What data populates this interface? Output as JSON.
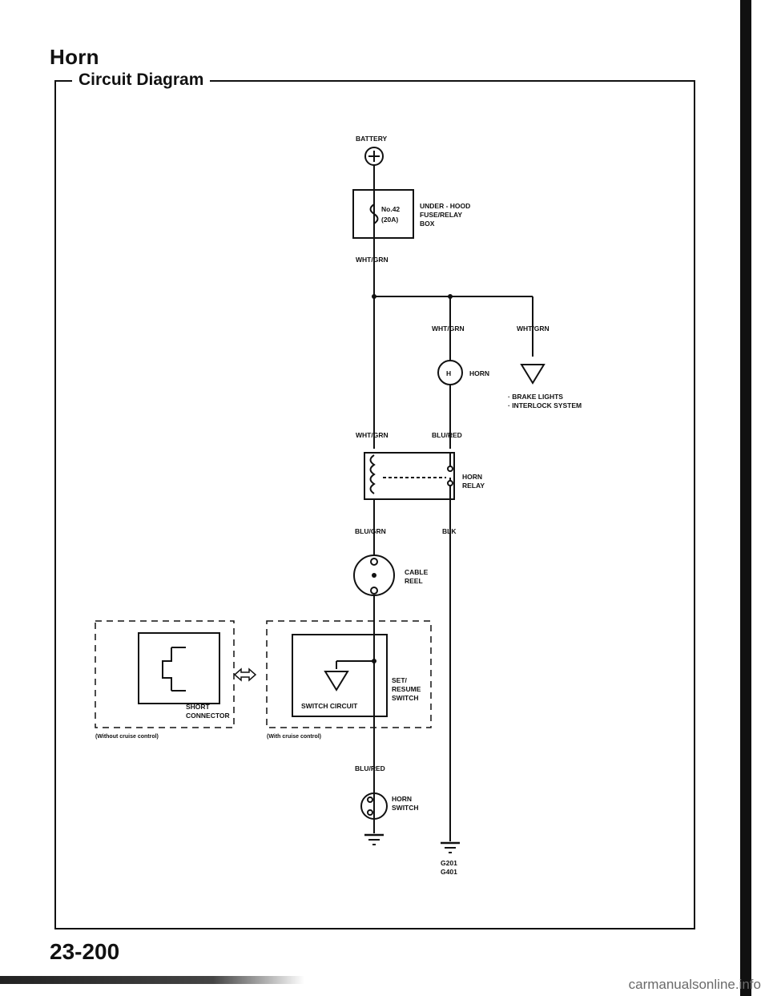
{
  "title": "Horn",
  "subtitle": "Circuit Diagram",
  "page_number": "23-200",
  "watermark": "carmanualsonline.info",
  "labels": {
    "battery": "BATTERY",
    "fuse_number": "No.42",
    "fuse_rating": "(20A)",
    "fuse_box_1": "UNDER - HOOD",
    "fuse_box_2": "FUSE/RELAY",
    "fuse_box_3": "BOX",
    "wire_wht_grn": "WHT/GRN",
    "horn_symbol": "H",
    "horn": "HORN",
    "brake_lights": "· BRAKE LIGHTS",
    "interlock": "· INTERLOCK SYSTEM",
    "wire_blu_red": "BLU/RED",
    "horn_relay_1": "HORN",
    "horn_relay_2": "RELAY",
    "wire_blu_grn": "BLU/GRN",
    "wire_blk": "BLK",
    "cable_reel_1": "CABLE",
    "cable_reel_2": "REEL",
    "short_conn_1": "SHORT",
    "short_conn_2": "CONNECTOR",
    "without_cruise": "(Without cruise control)",
    "switch_circuit": "SWITCH CIRCUIT",
    "set_resume_1": "SET/",
    "set_resume_2": "RESUME",
    "set_resume_3": "SWITCH",
    "with_cruise": "(With cruise control)",
    "horn_switch_1": "HORN",
    "horn_switch_2": "SWITCH",
    "ground_1": "G201",
    "ground_2": "G401"
  }
}
